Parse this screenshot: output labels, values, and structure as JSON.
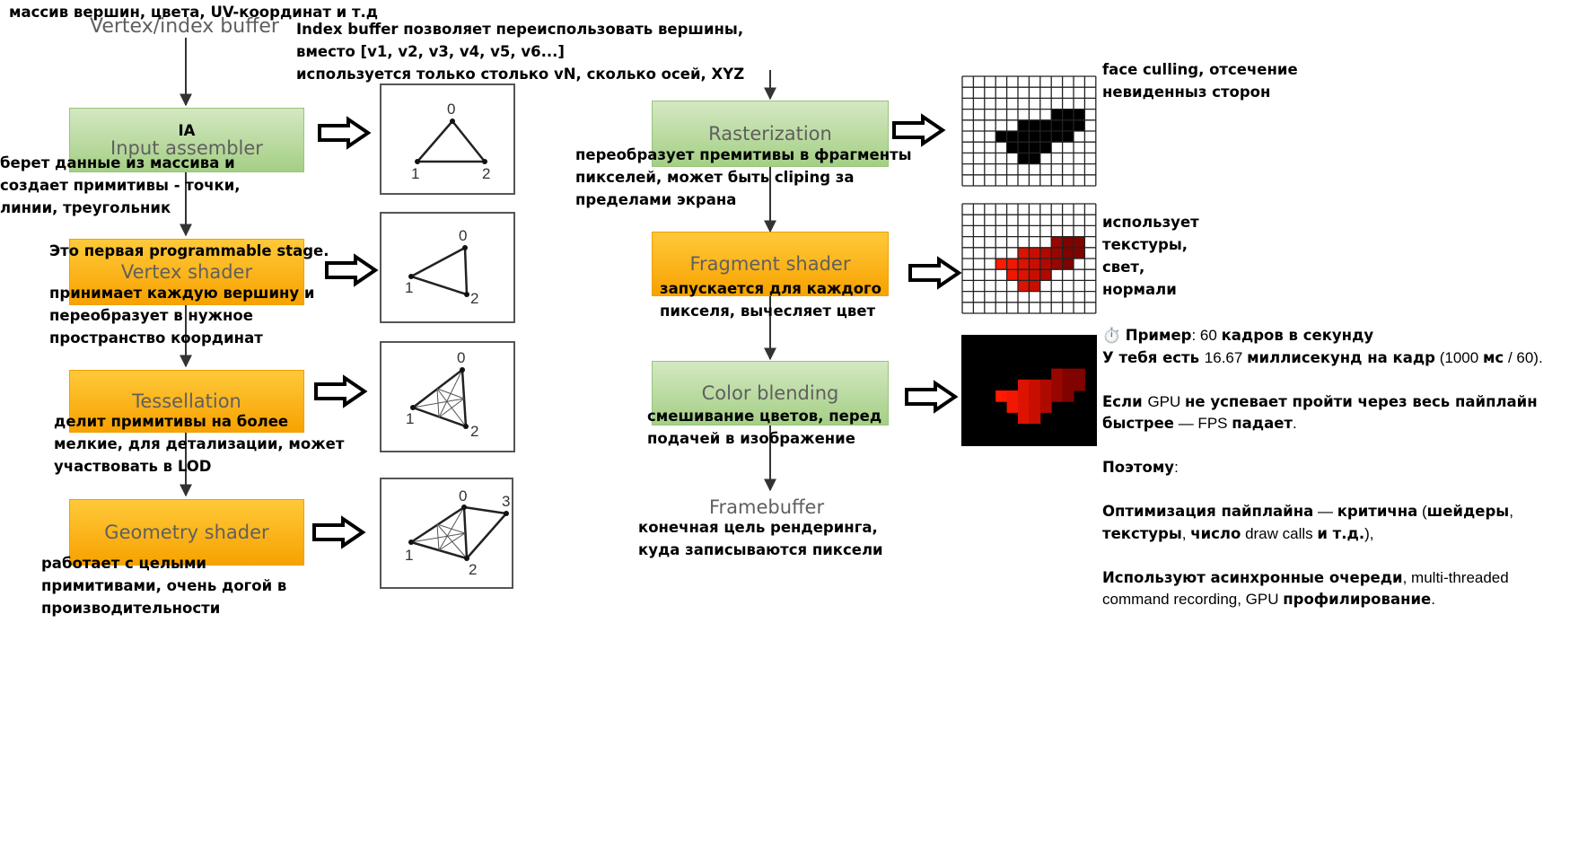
{
  "input_note": "массив вершин, цвета, UV-координат и т.д",
  "vertex_index_buffer": "Vertex/index buffer",
  "index_note": [
    "Index buffer позволяет переиспользовать вершины,",
    "вместо [v1, v2, v3, v4, v5, v6...]",
    "используется только столько vN, сколько осей, XYZ"
  ],
  "stages_left": [
    {
      "sub": "IA",
      "label": "Input assembler",
      "note": [
        "берет данные из массива и",
        "создает примитивы - точки,",
        "линии, треугольник"
      ]
    },
    {
      "label": "Vertex shader",
      "pre_note": "Это первая programmable stage.",
      "note": [
        "принимает каждую вершину и",
        "переобразует в нужное",
        "пространство координат"
      ]
    },
    {
      "label": "Tessellation",
      "note": [
        "делит примитивы на более",
        "мелкие, для детализации, может",
        "участвовать в LOD"
      ]
    },
    {
      "label": "Geometry shader",
      "note": [
        "работает с целыми",
        "примитивами, очень догой в",
        "производительности"
      ]
    }
  ],
  "triangle_labels": {
    "a": "0",
    "b": "1",
    "c": "2",
    "d": "3"
  },
  "stages_right": [
    {
      "label": "Rasterization",
      "note": [
        "переобразует премитивы в фрагменты",
        "пикселей, может быть cliping за",
        "пределами экрана"
      ]
    },
    {
      "label": "Fragment shader",
      "note": [
        "запускается для каждого",
        "пикселя, вычесляет цвет"
      ]
    },
    {
      "label": "Color blending",
      "note": [
        "смешивание цветов, перед",
        "подачей в изображение"
      ]
    }
  ],
  "framebuffer": {
    "label": "Framebuffer",
    "note": [
      "конечная цель рендеринга,",
      "куда записываются пиксели"
    ]
  },
  "raster_note": [
    "face culling, отсечение",
    "невиденныз сторон"
  ],
  "fragment_note": [
    "использует",
    "текстуры,",
    "свет,",
    "нормали"
  ],
  "info": {
    "icon": "⏱️",
    "l1_b1": "Пример",
    "l1_n1": ": 60 ",
    "l1_b2": "кадров в секунду",
    "l2_b1": "У тебя есть ",
    "l2_n1": "16.67 ",
    "l2_b2": "миллисекунд на кадр",
    "l2_n2": " (1000 ",
    "l2_b3": "мс",
    "l2_n3": " / 60).",
    "l3_b1": "Если ",
    "l3_n1": "GPU ",
    "l3_b2": "не успевает пройти через весь пайплайн",
    "l4_b1": "быстрее",
    "l4_n1": " — FPS ",
    "l4_b2": "падает",
    "l4_n2": ".",
    "l5_b1": "Поэтому",
    "l5_n1": ":",
    "l6_b1": "Оптимизация пайплайна",
    "l6_n1": " — ",
    "l6_b2": "критична",
    "l6_n2": " (",
    "l6_b3": "шейдеры",
    "l7_b1": "текстуры",
    "l7_n1": ", ",
    "l7_b2": "число",
    "l7_n2": " draw calls ",
    "l7_b3": "и т.д.",
    "l7_n3": "),",
    "l8_b1": "Используют асинхронные очереди",
    "l8_n1": ", multi-threaded",
    "l9_n1": "command recording, GPU ",
    "l9_b1": "профилирование",
    "l9_n2": "."
  }
}
